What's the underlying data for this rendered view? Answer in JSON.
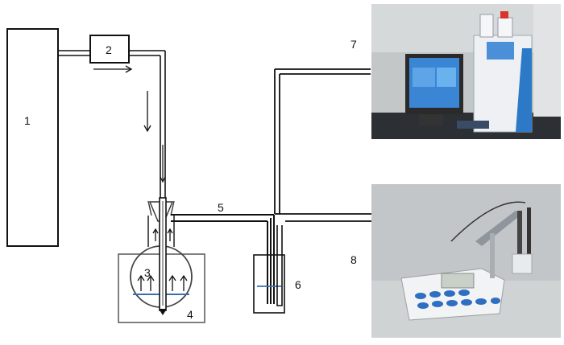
{
  "labels": {
    "l1": "1",
    "l2": "2",
    "l3": "3",
    "l4": "4",
    "l5": "5",
    "l6": "6",
    "l7": "7",
    "l8": "8"
  },
  "colors": {
    "line": "#111111",
    "liquid": "#3b6fb0",
    "photo_background": "#bfc2c3",
    "monitor_screen": "#3a86d4",
    "instrument_body": "#eef0f4",
    "meter_keys": "#2f6fc2"
  },
  "components": [
    "gas-cylinder",
    "flow-meter",
    "round-bottom-flask",
    "water-bath",
    "connecting-tube",
    "absorption-bottle",
    "ion-chromatograph",
    "ph-meter"
  ]
}
